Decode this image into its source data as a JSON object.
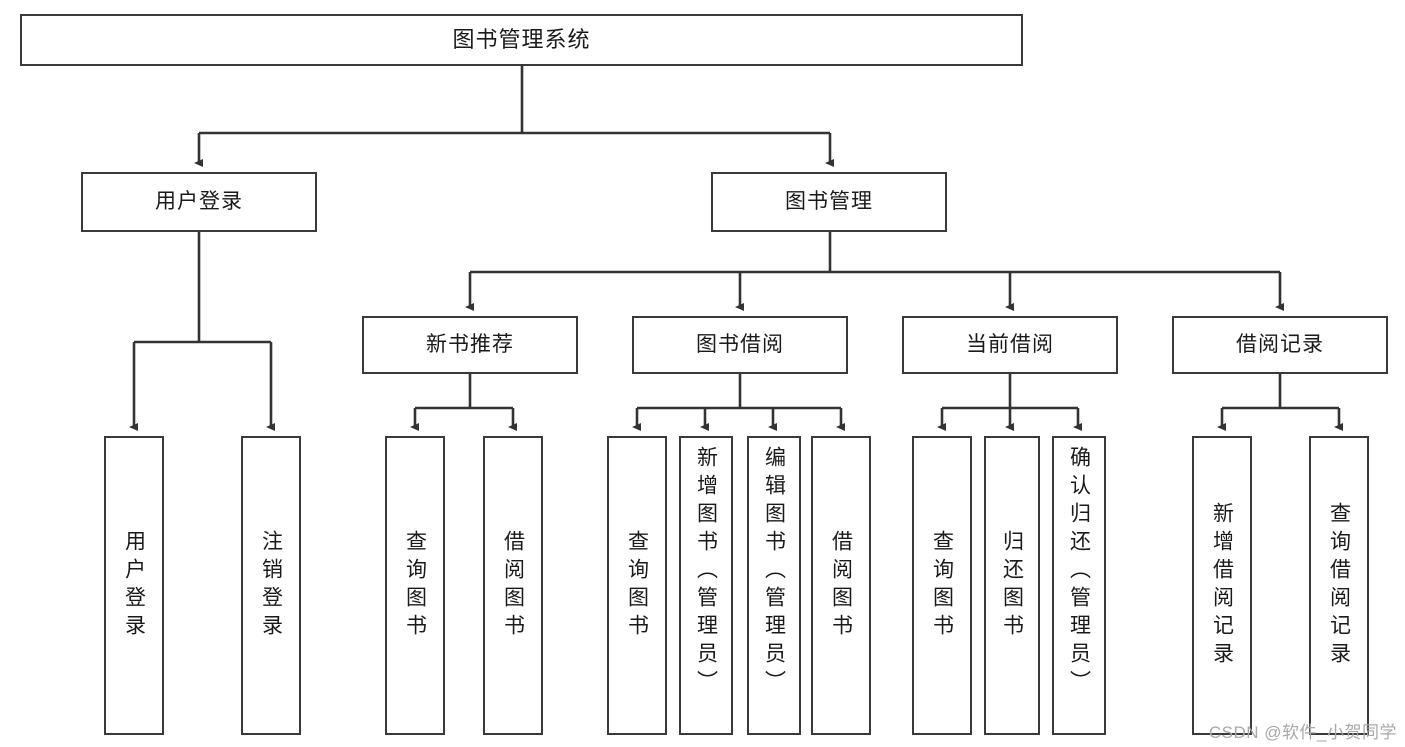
{
  "diagram": {
    "title": "图书管理系统",
    "type": "hierarchical-tree-flowchart",
    "root": {
      "label": "图书管理系统"
    },
    "level2": [
      {
        "label": "用户登录"
      },
      {
        "label": "图书管理"
      }
    ],
    "level3": [
      {
        "label": "新书推荐"
      },
      {
        "label": "图书借阅"
      },
      {
        "label": "当前借阅"
      },
      {
        "label": "借阅记录"
      }
    ],
    "leaves": {
      "user_login": [
        {
          "label": "用户登录"
        },
        {
          "label": "注销登录"
        }
      ],
      "new_book_recommend": [
        {
          "label": "查询图书"
        },
        {
          "label": "借阅图书"
        }
      ],
      "book_borrow": [
        {
          "label": "查询图书"
        },
        {
          "label": "新增图书（管理员）"
        },
        {
          "label": "编辑图书（管理员）"
        },
        {
          "label": "借阅图书"
        }
      ],
      "current_borrow": [
        {
          "label": "查询图书"
        },
        {
          "label": "归还图书"
        },
        {
          "label": "确认归还（管理员）"
        }
      ],
      "borrow_record": [
        {
          "label": "新增借阅记录"
        },
        {
          "label": "查询借阅记录"
        }
      ]
    }
  },
  "watermark": {
    "text": "CSDN @软件_小贺同学"
  },
  "colors": {
    "box_border": "#3a3a3a",
    "box_fill": "#ffffff",
    "text": "#1a1a1a",
    "connector": "#333333",
    "watermark": "#a8a8a8",
    "background": "#ffffff"
  }
}
